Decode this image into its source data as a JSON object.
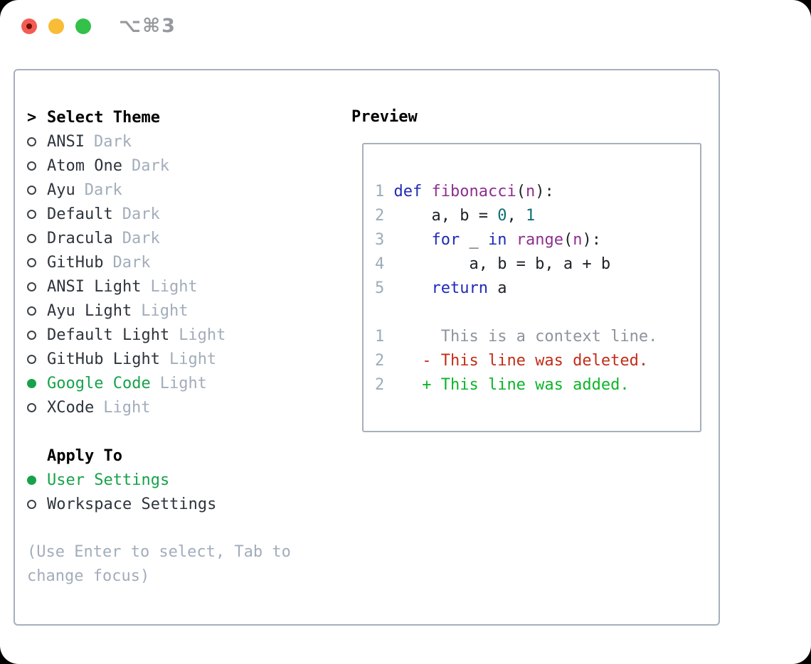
{
  "titlebar": {
    "shortcut": "⌥⌘3"
  },
  "colors": {
    "accent_green": "#17a24a",
    "border_gray": "#a7afbb",
    "text_dark": "#2e343c",
    "text_dim": "#a2adbb",
    "traffic_red": "#f25c52",
    "traffic_yellow": "#f8bc37",
    "traffic_green": "#33c149",
    "syntax": {
      "line_number": "#9dabb9",
      "keyword": "#1e2ab8",
      "function": "#8d2f8f",
      "literal": "#0d6f74",
      "plain": "#1d2127",
      "context": "#8d949d",
      "deleted": "#c22d18",
      "added": "#0bb528"
    }
  },
  "theme_panel": {
    "header": "Select Theme",
    "items": [
      {
        "name": "ANSI",
        "tag": "Dark",
        "selected": false
      },
      {
        "name": "Atom One",
        "tag": "Dark",
        "selected": false
      },
      {
        "name": "Ayu",
        "tag": "Dark",
        "selected": false
      },
      {
        "name": "Default",
        "tag": "Dark",
        "selected": false
      },
      {
        "name": "Dracula",
        "tag": "Dark",
        "selected": false
      },
      {
        "name": "GitHub",
        "tag": "Dark",
        "selected": false
      },
      {
        "name": "ANSI Light",
        "tag": "Light",
        "selected": false
      },
      {
        "name": "Ayu Light",
        "tag": "Light",
        "selected": false
      },
      {
        "name": "Default Light",
        "tag": "Light",
        "selected": false
      },
      {
        "name": "GitHub Light",
        "tag": "Light",
        "selected": false
      },
      {
        "name": "Google Code",
        "tag": "Light",
        "selected": true
      },
      {
        "name": "XCode",
        "tag": "Light",
        "selected": false
      }
    ]
  },
  "apply_panel": {
    "header": "Apply To",
    "options": [
      {
        "label": "User Settings",
        "selected": true
      },
      {
        "label": "Workspace Settings",
        "selected": false
      }
    ]
  },
  "help": {
    "line1": "(Use Enter to select, Tab to",
    "line2": "change focus)"
  },
  "preview": {
    "title": "Preview",
    "code_lines": [
      [
        [
          "num",
          "1 "
        ],
        [
          "kw",
          "def"
        ],
        [
          "plain",
          " "
        ],
        [
          "fn",
          "fibonacci"
        ],
        [
          "plain",
          "("
        ],
        [
          "fn",
          "n"
        ],
        [
          "plain",
          "):"
        ]
      ],
      [
        [
          "num",
          "2 "
        ],
        [
          "plain",
          "    a, b = "
        ],
        [
          "lit",
          "0"
        ],
        [
          "plain",
          ", "
        ],
        [
          "lit",
          "1"
        ]
      ],
      [
        [
          "num",
          "3 "
        ],
        [
          "plain",
          "    "
        ],
        [
          "kw",
          "for"
        ],
        [
          "plain",
          " _ "
        ],
        [
          "kw",
          "in"
        ],
        [
          "plain",
          " "
        ],
        [
          "fn",
          "range"
        ],
        [
          "plain",
          "("
        ],
        [
          "fn",
          "n"
        ],
        [
          "plain",
          "):"
        ]
      ],
      [
        [
          "num",
          "4 "
        ],
        [
          "plain",
          "        a, b = b, a + b"
        ]
      ],
      [
        [
          "num",
          "5 "
        ],
        [
          "plain",
          "    "
        ],
        [
          "kw",
          "return"
        ],
        [
          "plain",
          " a"
        ]
      ]
    ],
    "diff_lines": [
      [
        [
          "num",
          "1"
        ],
        [
          "ctx",
          "      This is a context line."
        ]
      ],
      [
        [
          "num",
          "2"
        ],
        [
          "plain",
          "    "
        ],
        [
          "del",
          "- This line was deleted."
        ]
      ],
      [
        [
          "num",
          "2"
        ],
        [
          "plain",
          "    "
        ],
        [
          "add",
          "+ This line was added."
        ]
      ]
    ]
  }
}
